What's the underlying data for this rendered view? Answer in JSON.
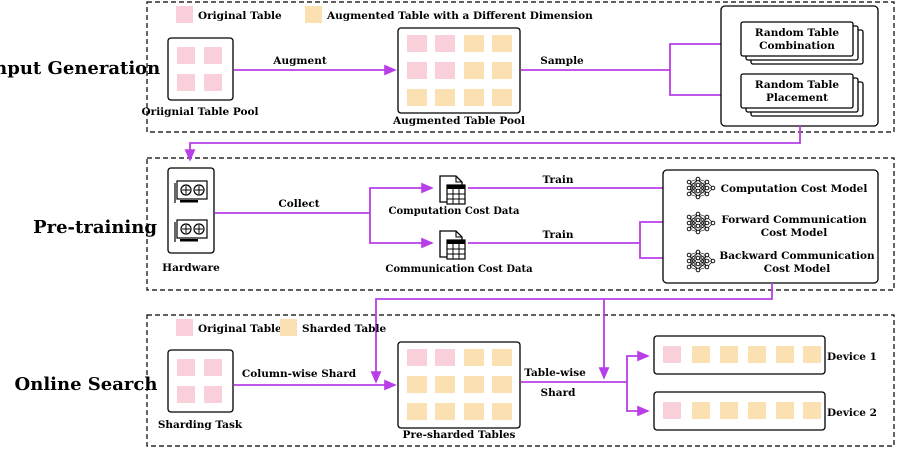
{
  "colors": {
    "original": "#f9d0d9",
    "augmented": "#fbe1b1",
    "arrow": "#b83ee8",
    "outline": "#000000"
  },
  "stages": {
    "input": "Input Generation",
    "pretrain": "Pre-training",
    "online": "Online Search"
  },
  "legend1": {
    "original": "Original Table",
    "augmented": "Augmented Table with a Different Dimension"
  },
  "legend2": {
    "original": "Original Table",
    "sharded": "Sharded Table"
  },
  "input": {
    "pool_label": "Oriignial Table Pool",
    "augment": "Augment",
    "aug_pool_label": "Augmented Table Pool",
    "sample": "Sample",
    "combo_l1": "Random Table",
    "combo_l2": "Combination",
    "place_l1": "Random Table",
    "place_l2": "Placement"
  },
  "pretrain": {
    "hardware": "Hardware",
    "collect": "Collect",
    "comp_data": "Computation Cost Data",
    "comm_data": "Communication Cost Data",
    "train1": "Train",
    "train2": "Train",
    "model_comp": "Computation Cost Model",
    "model_fwd_l1": "Forward Communication",
    "model_fwd_l2": "Cost Model",
    "model_bwd_l1": "Backward Communication",
    "model_bwd_l2": "Cost Model"
  },
  "online": {
    "task": "Sharding Task",
    "column_shard": "Column-wise Shard",
    "presharded": "Pre-sharded Tables",
    "table_wise_l1": "Table-wise",
    "table_wise_l2": "Shard",
    "device1": "Device 1",
    "device2": "Device 2"
  }
}
